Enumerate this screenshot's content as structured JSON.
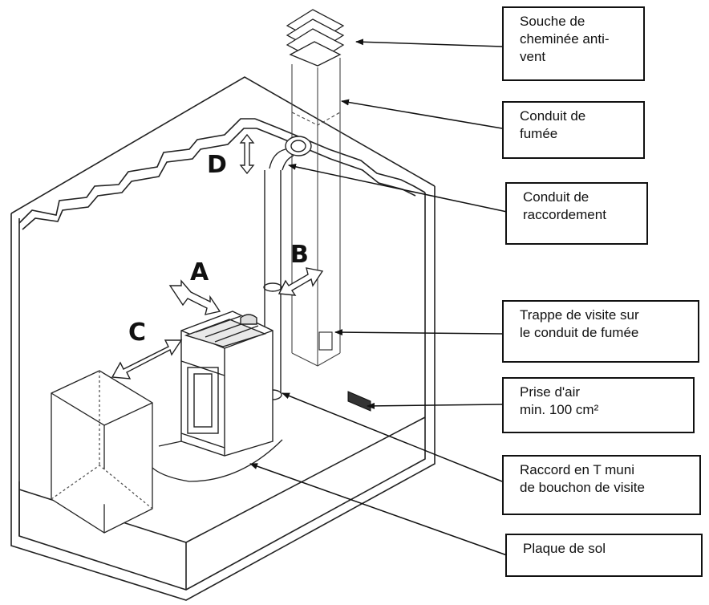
{
  "callouts": {
    "chimney_cap": "Souche de\ncheminée anti-\nvent",
    "flue_pipe": "Conduit de\nfumée",
    "connector_pipe": "Conduit de\nraccordement",
    "inspection_hatch": "Trappe de visite sur\nle conduit de fumée",
    "air_intake": "Prise d'air\nmin. 100 cm²",
    "tee_fitting": "Raccord en T muni\nde bouchon de visite",
    "floor_plate": "Plaque de sol"
  },
  "clearance_letters": {
    "a": "A",
    "b": "B",
    "c": "C",
    "d": "D"
  }
}
